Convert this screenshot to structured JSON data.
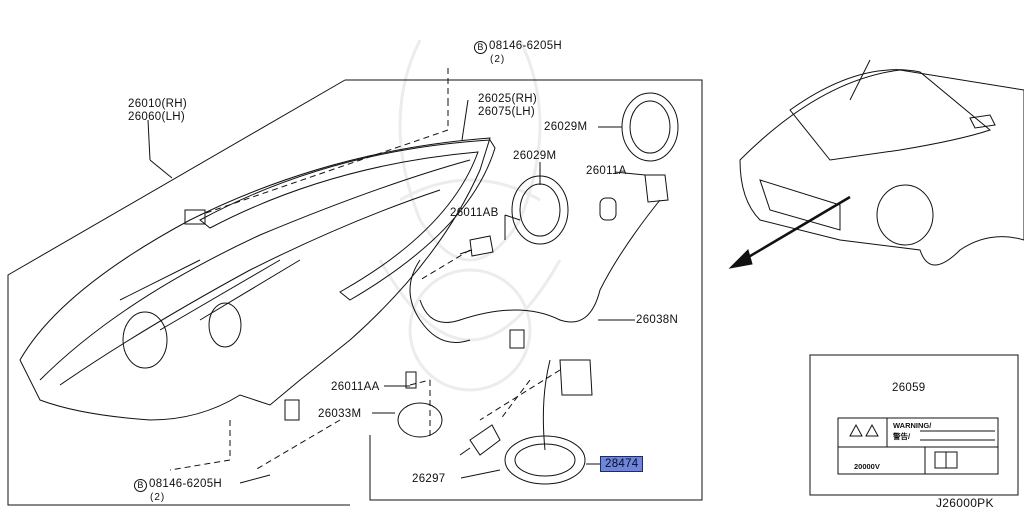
{
  "parts": {
    "bolt_top": {
      "ref": "B",
      "number": "08146-6205H",
      "qty": "(2)"
    },
    "bolt_bottom": {
      "ref": "B",
      "number": "08146-6205H",
      "qty": "(2)"
    },
    "headlamp_rh": "26010(RH)",
    "headlamp_lh": "26060(LH)",
    "bezel_rh": "26025(RH)",
    "bezel_lh": "26075(LH)",
    "cap_upper_right": "26029M",
    "cap_center": "26029M",
    "bulb_a": "26011A",
    "bulb_ab": "26011AB",
    "harness": "26038N",
    "bulb_aa": "26011AA",
    "seal_ring": "26033M",
    "xenon_bulb": "26297",
    "ballast_highlighted": "28474",
    "label_part": "26059"
  },
  "warning_label": {
    "title": "WARNING/",
    "subtitle": "警告/",
    "voltage": "20000V"
  },
  "diagram_code": "J26000PK",
  "highlight_color": "#6f86d8"
}
